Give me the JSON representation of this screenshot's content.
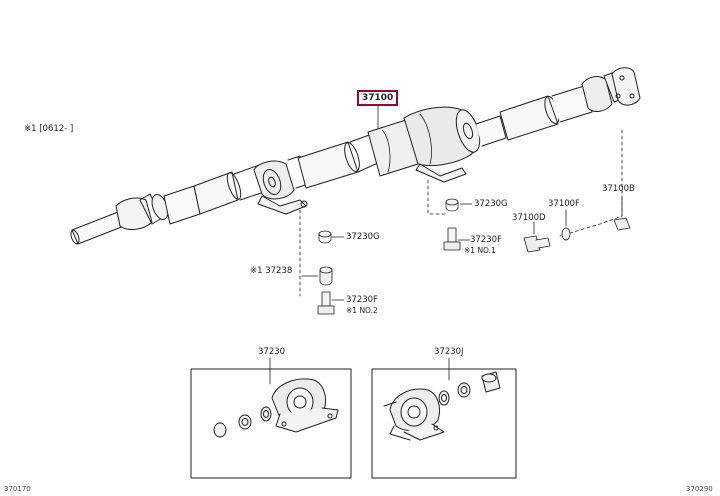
{
  "diagram": {
    "highlighted_part": {
      "number": "37100",
      "color": "#a0003a"
    },
    "note_top_left": "※1 [0612-    ]",
    "labels": {
      "p37230G_a": "37230G",
      "p37230G_b": "37230G",
      "p37238": "※1 37238",
      "p37230F_a": "37230F",
      "p37230F_a_note": "※1 NO.2",
      "p37230F_b": "37230F",
      "p37230F_b_note": "※1 NO.1",
      "p37100D": "37100D",
      "p37100F": "37100F",
      "p37100B": "37100B",
      "p37230": "37230",
      "p37230J": "37230J"
    },
    "corner_bottom_left": "370170",
    "corner_bottom_right": "370290"
  }
}
